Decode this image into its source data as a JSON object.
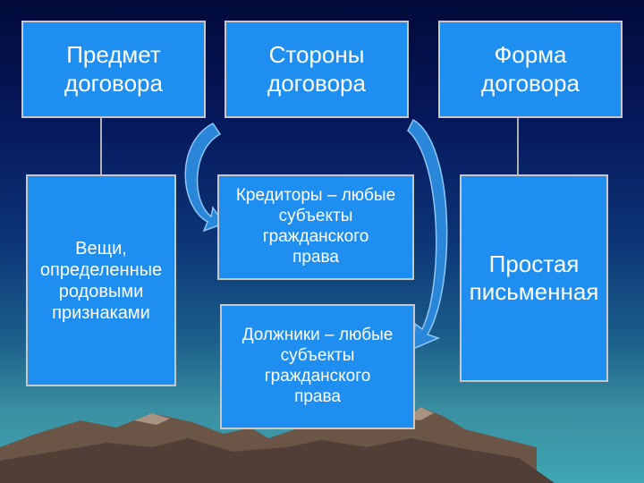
{
  "boxes": {
    "subject_header": "Предмет\nдоговора",
    "parties_header": "Стороны\nдоговора",
    "form_header": "Форма\nдоговора",
    "subject_detail": "Вещи,\nопределенные\nродовыми\nпризнаками",
    "creditors": "Кредиторы – любые\nсубъекты\nгражданского\nправа",
    "debtors": "Должники – любые\nсубъекты\nгражданского\nправа",
    "form_detail": "Простая\nписьменная"
  },
  "colors": {
    "box_fill": "#1e8ff0",
    "box_border": "#c8c8c8",
    "arrow": "#2a86d8",
    "connector": "#b0b0b0"
  }
}
